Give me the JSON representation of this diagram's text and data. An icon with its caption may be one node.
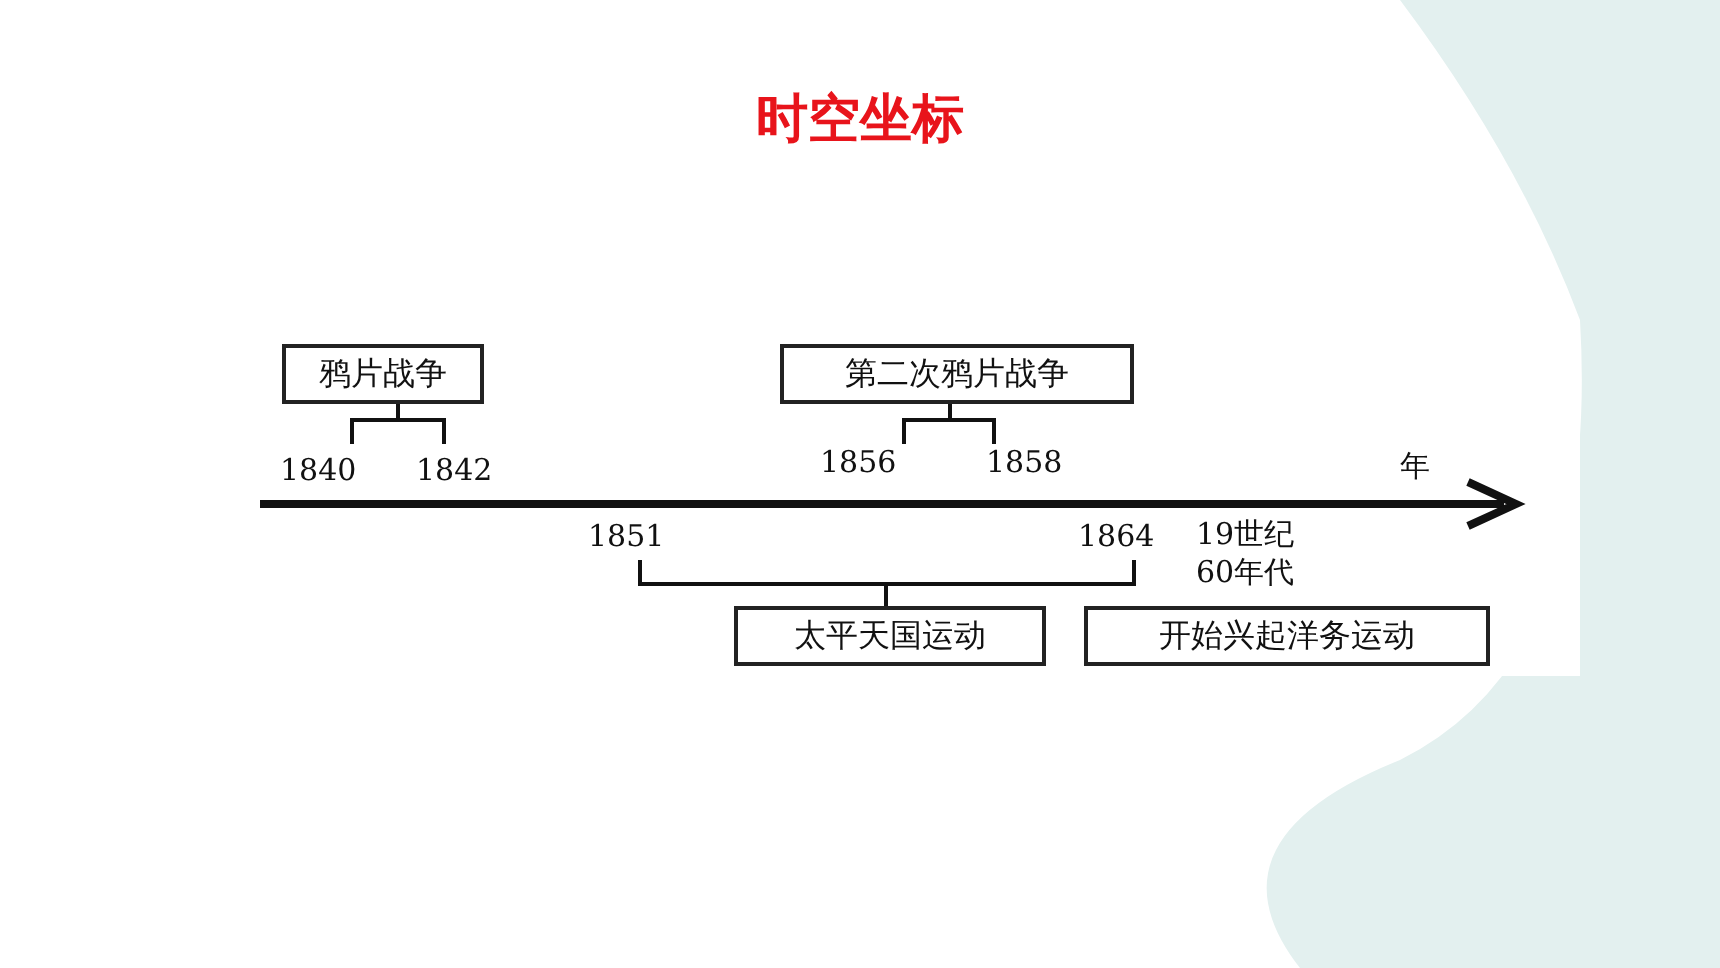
{
  "diagram": {
    "title": "时空坐标",
    "nodes": [
      {
        "text": [
          "鸦片战争"
        ]
      },
      {
        "text": [
          "第二次鸦片战争"
        ]
      },
      {
        "text": [
          "太平天国运动"
        ]
      },
      {
        "text": [
          "开始兴起洋务运动"
        ]
      }
    ],
    "edges": [],
    "labels": [
      "1840",
      "1842",
      "1856",
      "1858",
      "年",
      "1851",
      "1864",
      "19世纪60年代"
    ]
  }
}
